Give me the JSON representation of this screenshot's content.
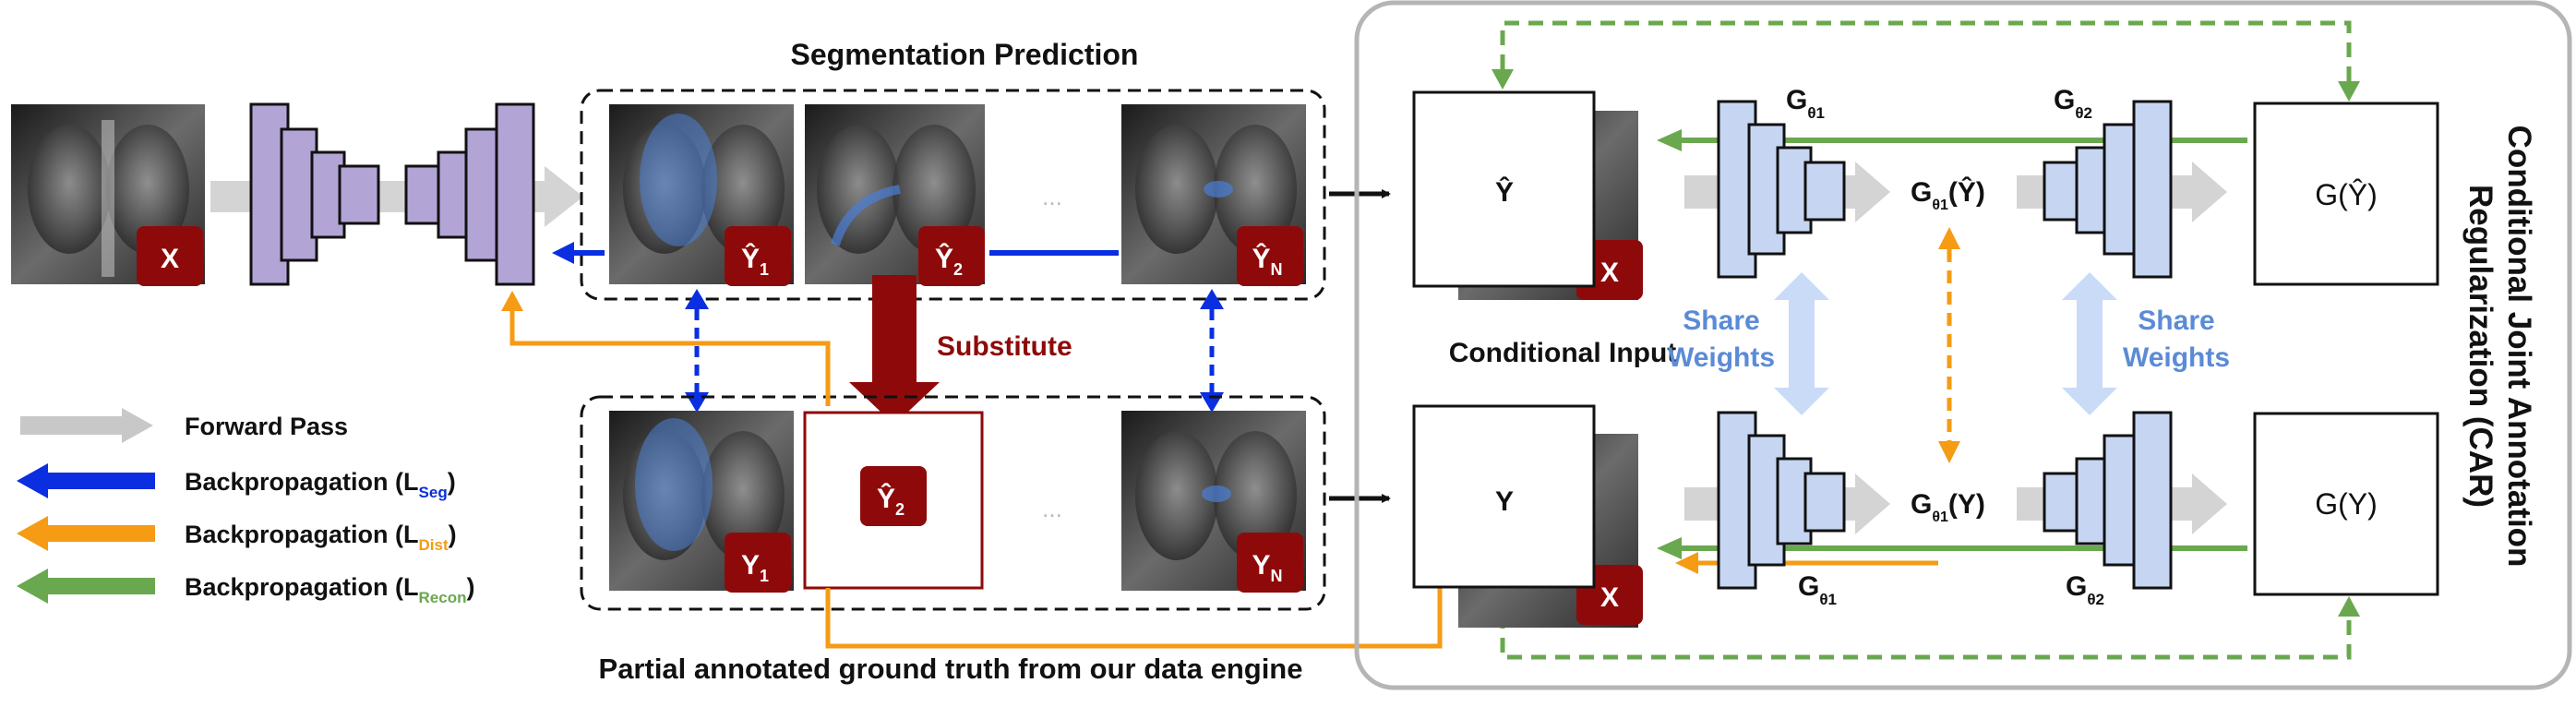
{
  "title_segmentation": "Segmentation Prediction",
  "caption_partial": "Partial annotated ground truth from our data engine",
  "substitute_label": "Substitute",
  "conditional_input_label": "Conditional Input",
  "car_title_line1": "Conditional Joint Annotation",
  "car_title_line2": "Regularization (CAR)",
  "share_weights": [
    "Share",
    "Weights"
  ],
  "ellipsis": "...",
  "badges": {
    "x": "X",
    "y1_hat": "Ŷ",
    "y1_hat_sub": "1",
    "y2_hat": "Ŷ",
    "y2_hat_sub": "2",
    "yn_hat": "Ŷ",
    "yn_hat_sub": "N",
    "y1": "Y",
    "y1_sub": "1",
    "yn": "Y",
    "yn_sub": "N"
  },
  "car": {
    "y_hat_label": "Ŷ",
    "y_label": "Y",
    "g_yhat_label": "G(Ŷ)",
    "g_y_label": "G(Y)",
    "g_theta1_label": "G",
    "g_theta2_label": "G",
    "theta1_sub": "θ1",
    "theta2_sub": "θ2",
    "latent_top": "(Ŷ)",
    "latent_bottom": "(Y)"
  },
  "legend": [
    {
      "label": "Forward Pass",
      "loss": "",
      "color": "#c8c8c8",
      "loss_color": ""
    },
    {
      "label": "Backpropagation (L",
      "loss": "Seg",
      "color": "#0a2ee0",
      "loss_color": "#0a2ee0"
    },
    {
      "label": "Backpropagation (L",
      "loss": "Dist",
      "color": "#f59b14",
      "loss_color": "#f59b14"
    },
    {
      "label": "Backpropagation (L",
      "loss": "Recon",
      "color": "#6aa84f",
      "loss_color": "#6aa84f"
    }
  ],
  "colors": {
    "encoder": "#b3a4d6",
    "car_net": "#c6d6f2",
    "badge": "#8e0a0a",
    "seg": "#0a2ee0",
    "dist": "#f59b14",
    "recon": "#6aa84f",
    "forward": "#c8c8c8",
    "share": "#c9dbf7",
    "share_text": "#5b8bd6",
    "substitute": "#8e0a0a"
  }
}
